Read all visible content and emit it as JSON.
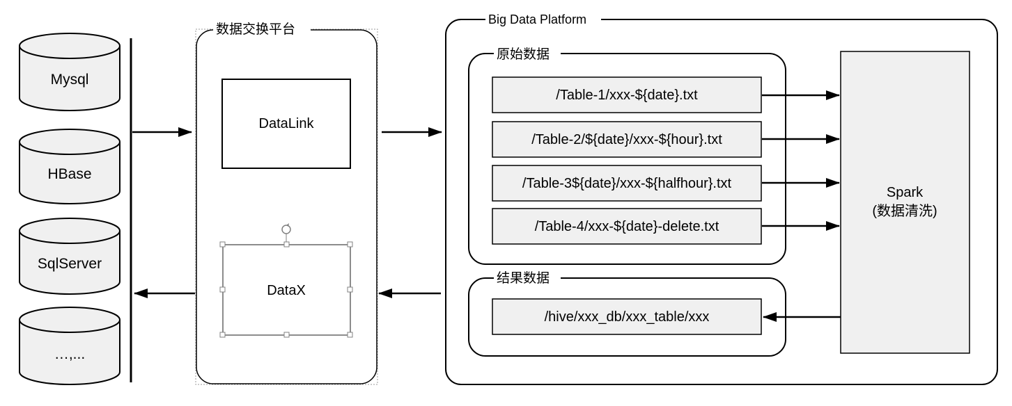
{
  "sources": [
    {
      "id": "mysql",
      "label": "Mysql"
    },
    {
      "id": "hbase",
      "label": "HBase"
    },
    {
      "id": "sqlserver",
      "label": "SqlServer"
    },
    {
      "id": "more",
      "label": "…,..."
    }
  ],
  "exchange": {
    "title": "数据交换平台",
    "datalink_label": "DataLink",
    "datax_label": "DataX"
  },
  "platform": {
    "title": "Big Data Platform",
    "raw": {
      "title": "原始数据",
      "tables": [
        "/Table-1/xxx-${date}.txt",
        "/Table-2/${date}/xxx-${hour}.txt",
        "/Table-3${date}/xxx-${halfhour}.txt",
        "/Table-4/xxx-${date}-delete.txt"
      ]
    },
    "result": {
      "title": "结果数据",
      "path": "/hive/xxx_db/xxx_table/xxx"
    },
    "spark": {
      "line1": "Spark",
      "line2": "(数据清洗)"
    }
  },
  "colors": {
    "shape_fill": "#f0f0f0",
    "stroke": "#000000",
    "selection_handle": "#808080"
  }
}
